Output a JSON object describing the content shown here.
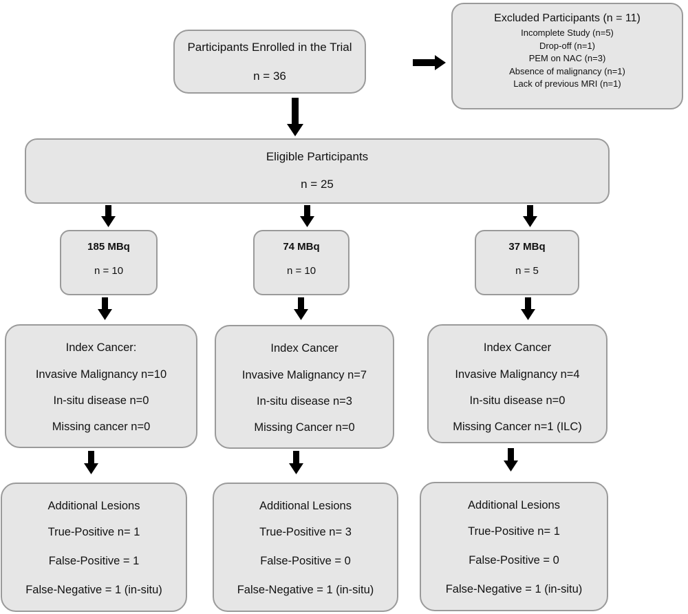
{
  "enrolled": {
    "title": "Participants Enrolled in the Trial",
    "count": "n = 36"
  },
  "excluded": {
    "title": "Excluded Participants (n = 11)",
    "reasons": [
      "Incomplete Study (n=5)",
      "Drop-off (n=1)",
      "PEM on NAC (n=3)",
      "Absence of malignancy (n=1)",
      "Lack of previous MRI (n=1)"
    ]
  },
  "eligible": {
    "title": "Eligible Participants",
    "count": "n = 25"
  },
  "arms": [
    {
      "dose": "185 MBq",
      "count": "n = 10",
      "index": [
        "Index Cancer:",
        "Invasive Malignancy n=10",
        "In-situ disease n=0",
        "Missing cancer n=0"
      ],
      "lesions": [
        "Additional Lesions",
        "True-Positive n= 1",
        "False-Positive = 1",
        "False-Negative = 1 (in-situ)"
      ]
    },
    {
      "dose": "74 MBq",
      "count": "n = 10",
      "index": [
        "Index Cancer",
        "Invasive Malignancy n=7",
        "In-situ disease n=3",
        "Missing Cancer n=0"
      ],
      "lesions": [
        "Additional Lesions",
        "True-Positive n= 3",
        "False-Positive = 0",
        "False-Negative = 1 (in-situ)"
      ]
    },
    {
      "dose": "37 MBq",
      "count": "n = 5",
      "index": [
        "Index Cancer",
        "Invasive Malignancy n=4",
        "In-situ disease n=0",
        "Missing Cancer n=1 (ILC)"
      ],
      "lesions": [
        "Additional Lesions",
        "True-Positive n= 1",
        "False-Positive = 0",
        "False-Negative = 1 (in-situ)"
      ]
    }
  ],
  "colors": {
    "box_fill": "#e6e6e6",
    "box_border": "#9a9a9a",
    "arrow": "#000000"
  }
}
